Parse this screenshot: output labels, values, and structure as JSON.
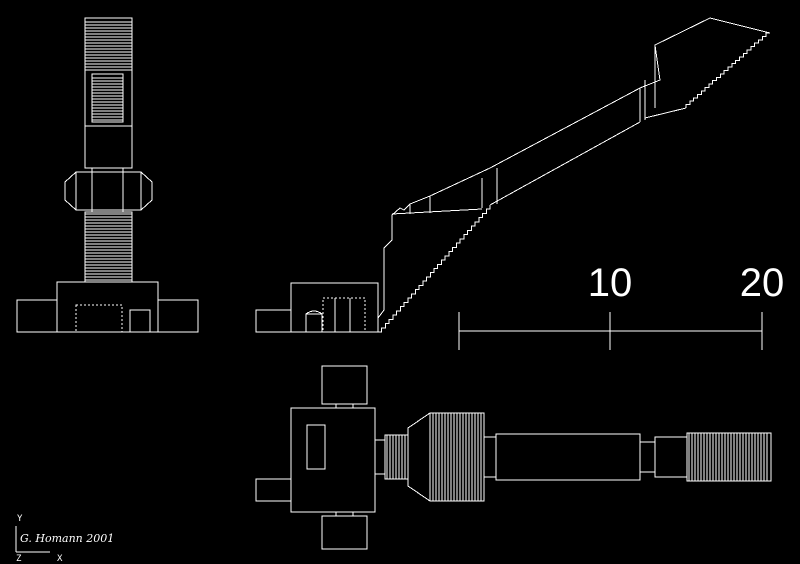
{
  "drawing": {
    "background": "#000000",
    "line_color": "#ffffff",
    "scale_labels": [
      "10",
      "20"
    ],
    "credit": "G. Homann 2001",
    "ucs_labels": {
      "y": "Y",
      "x": "X",
      "z": "Z"
    }
  }
}
